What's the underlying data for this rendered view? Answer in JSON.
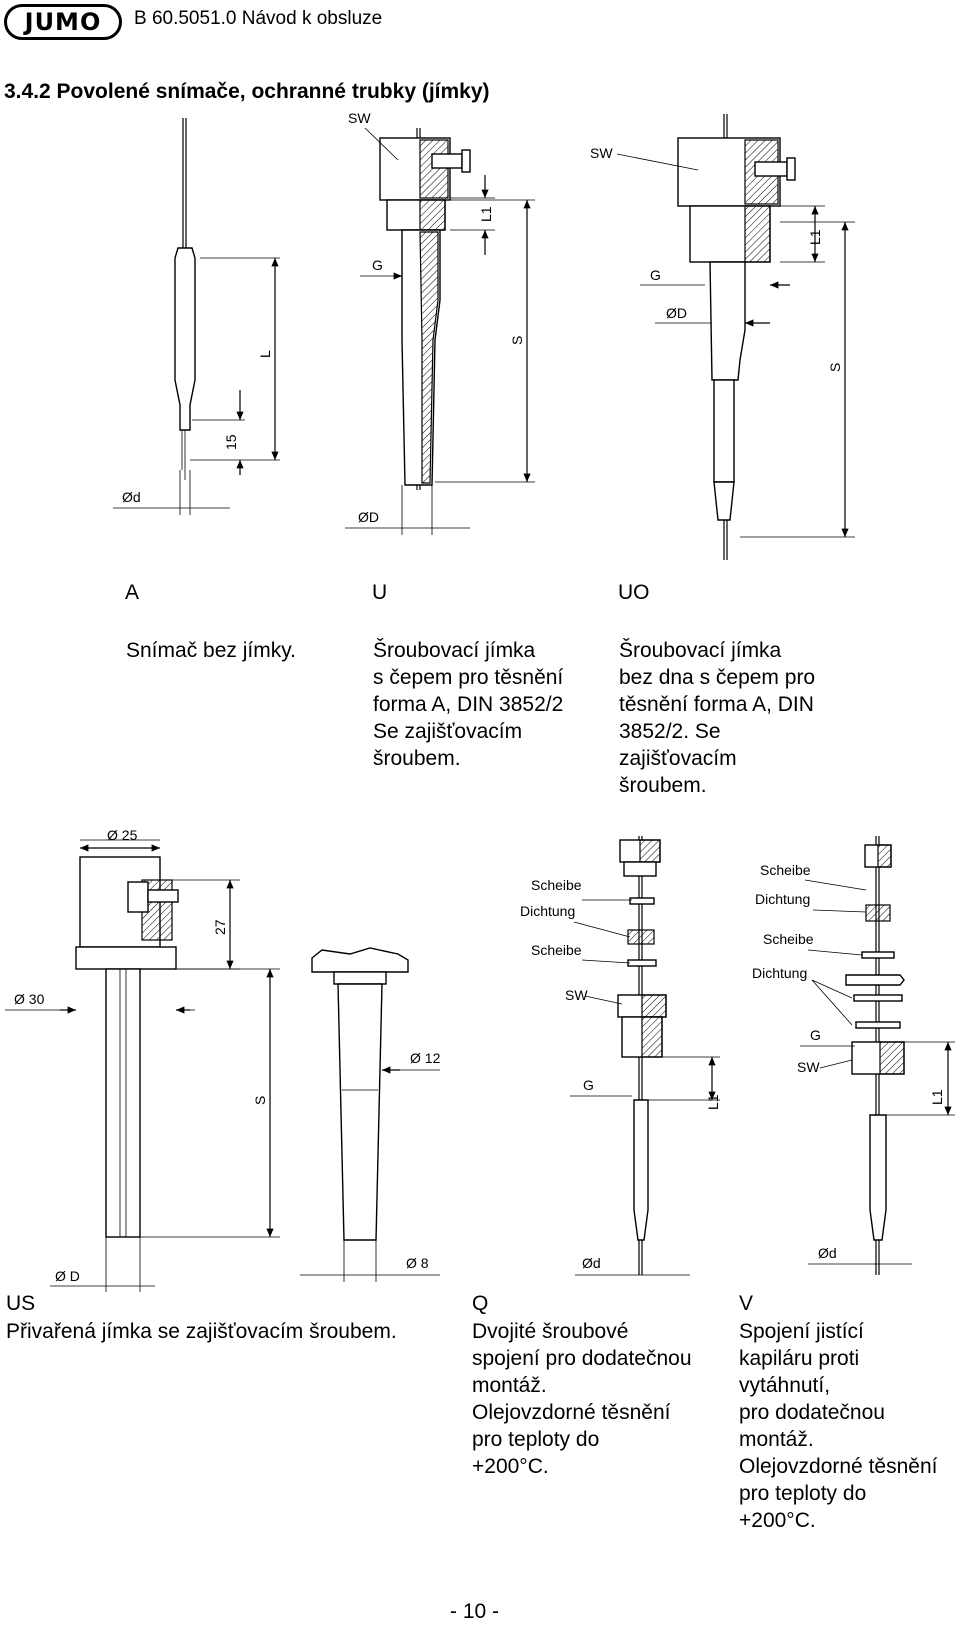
{
  "header": {
    "logo_text": "JUMO",
    "doc_id": "B 60.5051.0 Návod k obsluze"
  },
  "section_title": "3.4.2 Povolené snímače, ochranné trubky (jímky)",
  "top_row": [
    {
      "label": "A",
      "desc": "Snímač bez jímky."
    },
    {
      "label": "U",
      "desc": "Šroubovací jímka\ns čepem pro těsnění\nforma A, DIN 3852/2\nSe zajišťovacím\nšroubem."
    },
    {
      "label": "UO",
      "desc": "Šroubovací jímka\nbez dna s čepem pro\ntěsnění forma A, DIN\n3852/2. Se\nzajišťovacím\nšroubem."
    }
  ],
  "bottom_row": [
    {
      "label": "US",
      "desc": "Přivařená jímka se zajišťovacím šroubem."
    },
    {
      "label": "Q",
      "desc": "Dvojité šroubové\nspojení pro dodatečnou\nmontáž.\nOlejovzdorné těsnění\npro teploty do\n +200°C."
    },
    {
      "label": "V",
      "desc": "Spojení jistící\nkapiláru proti\nvytáhnutí,\npro dodatečnou\nmontáž.\nOlejovzdorné těsnění\npro teploty do\n+200°C."
    }
  ],
  "drawing_labels": {
    "d": "Ød",
    "D": "ØD",
    "L": "L",
    "15": "15",
    "SW": "SW",
    "G": "G",
    "S": "S",
    "L1": "L1",
    "d25": "Ø 25",
    "d30": "Ø 30",
    "dD": "Ø D",
    "d12": "Ø 12",
    "d8": "Ø 8",
    "27": "27",
    "scheibe": "Scheibe",
    "dichtung": "Dichtung"
  },
  "page_number": "- 10 -"
}
